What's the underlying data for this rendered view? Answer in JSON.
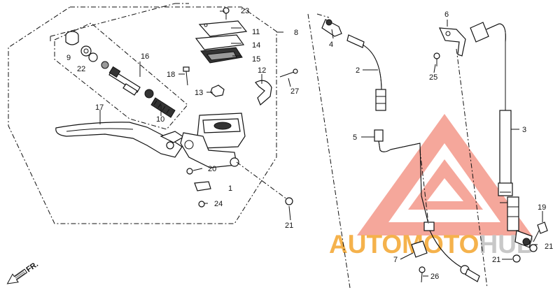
{
  "callouts": {
    "p1": "1",
    "p2": "2",
    "p3": "3",
    "p4": "4",
    "p5": "5",
    "p6": "6",
    "p7": "7",
    "p8": "8",
    "p9": "9",
    "p10": "10",
    "p11": "11",
    "p12": "12",
    "p13": "13",
    "p14": "14",
    "p15": "15",
    "p16": "16",
    "p17": "17",
    "p18": "18",
    "p19": "19",
    "p20": "20",
    "p21a": "21",
    "p21b": "21",
    "p21c": "21",
    "p22": "22",
    "p23": "23",
    "p24": "24",
    "p25": "25",
    "p26": "26",
    "p27": "27"
  },
  "direction": {
    "label": "FR."
  },
  "watermark": {
    "part_a": "AUTOMOTO",
    "part_b": "HUB",
    "color": "#f58a78"
  }
}
